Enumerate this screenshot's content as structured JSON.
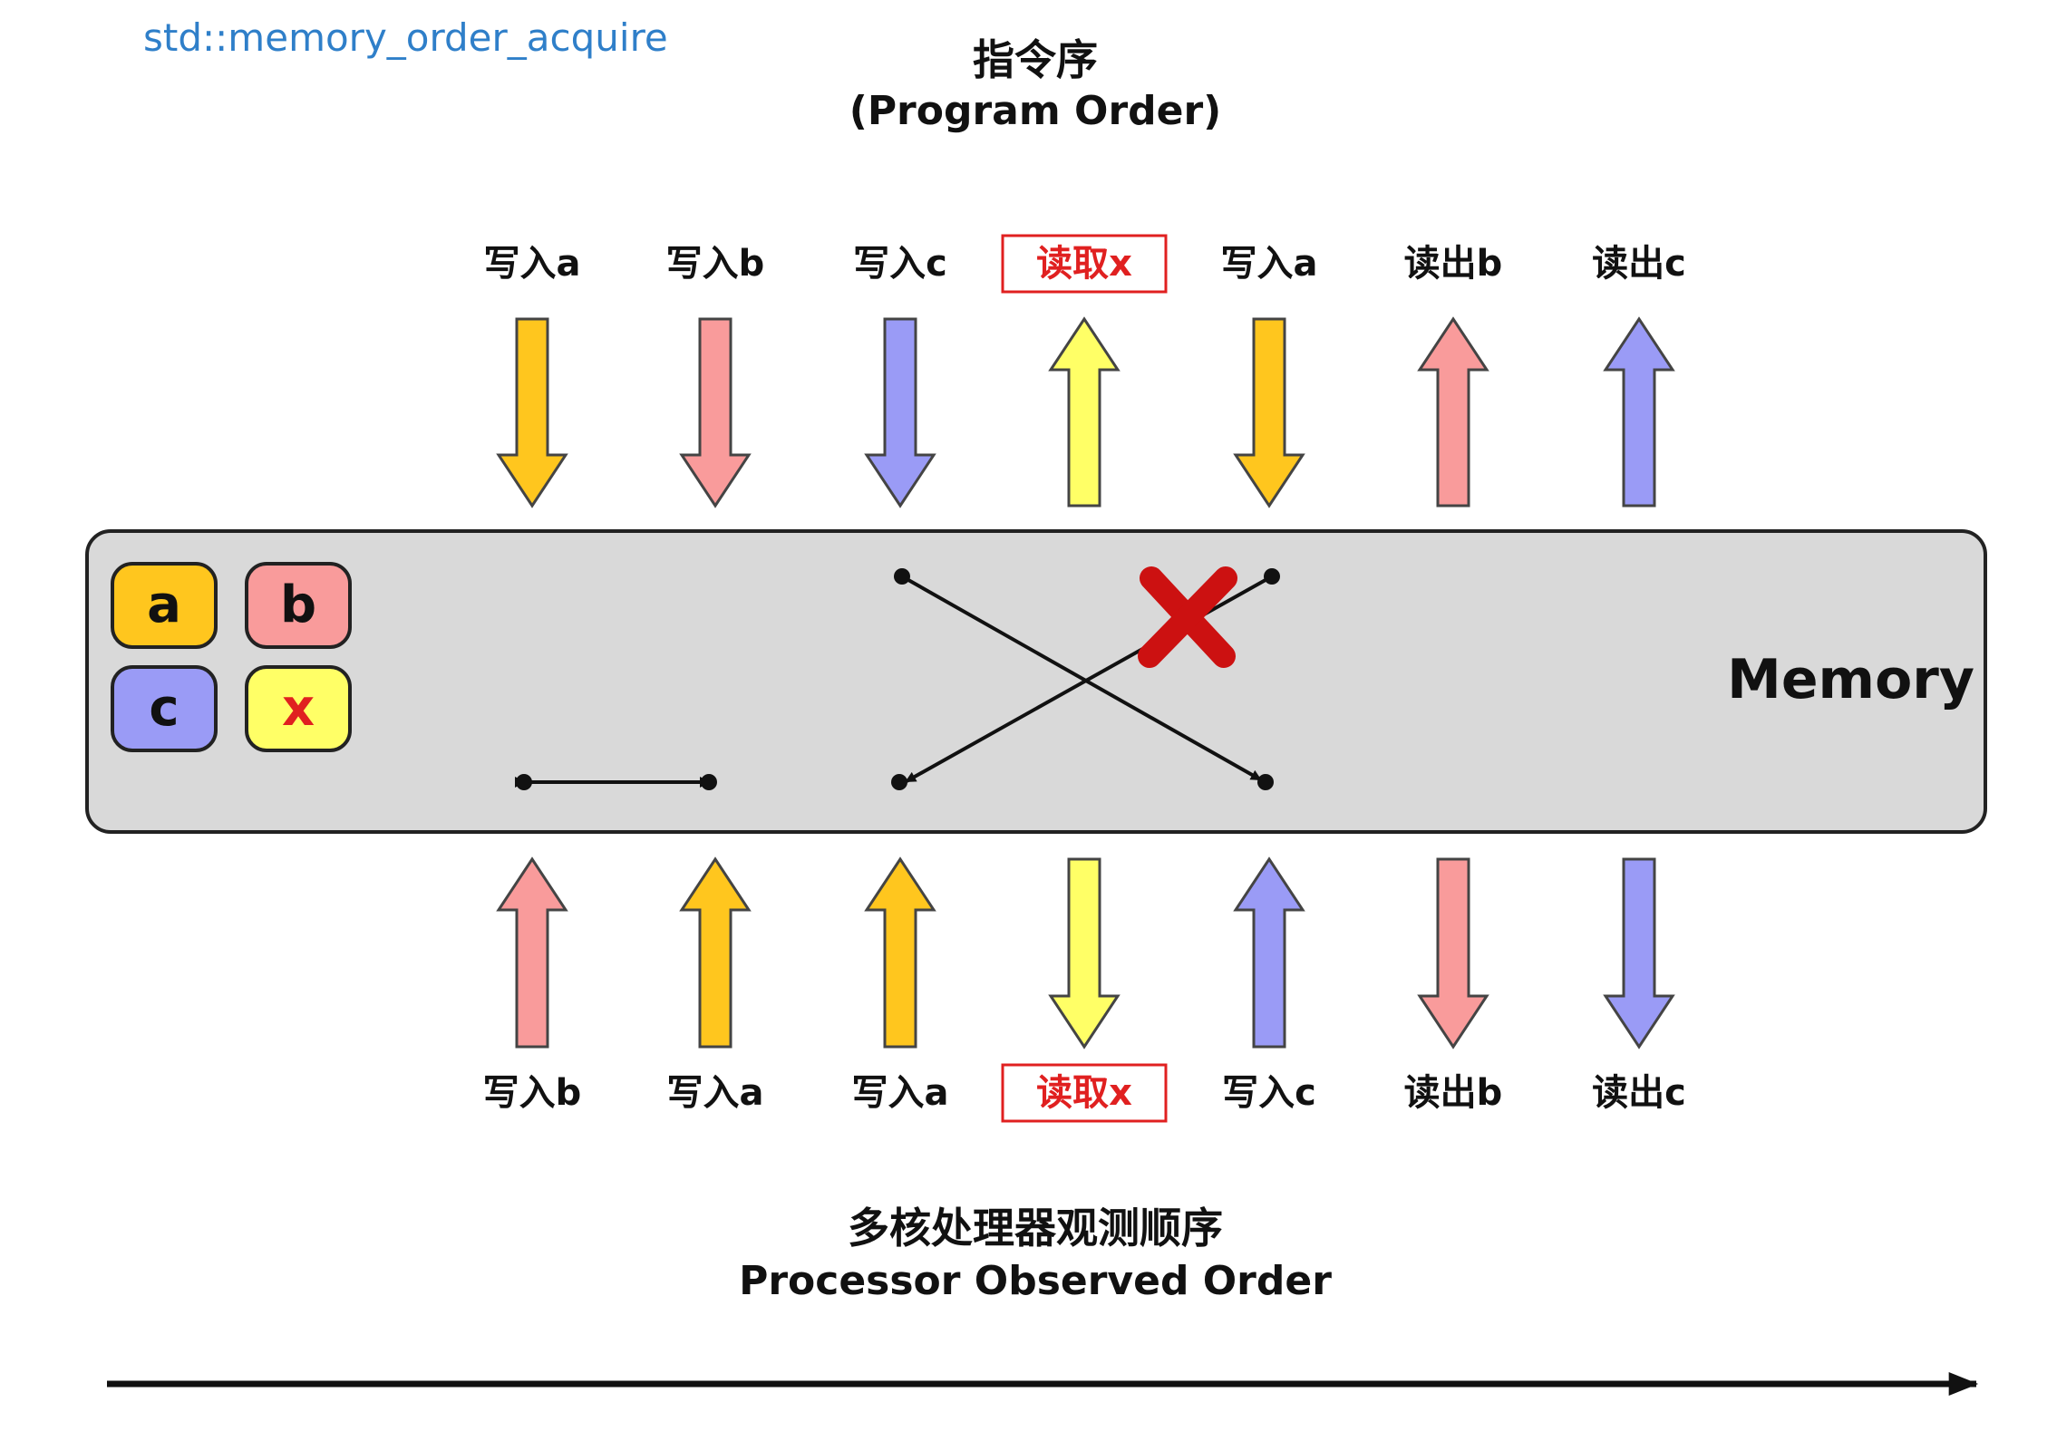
{
  "header": {
    "api_label": "std::memory_order_acquire",
    "title_cn": "指令序",
    "title_en": "(Program Order)"
  },
  "footer": {
    "title_cn": "多核处理器观测顺序",
    "title_en": "Processor Observed Order"
  },
  "memory": {
    "label": "Memory",
    "vars": [
      {
        "name": "a",
        "color": "#ffc61e"
      },
      {
        "name": "b",
        "color": "#f99b9b"
      },
      {
        "name": "c",
        "color": "#9a9bf6"
      },
      {
        "name": "x",
        "color": "#ffff66"
      }
    ]
  },
  "program_order": [
    {
      "label": "写入a",
      "dir": "down",
      "color": "#ffc61e",
      "highlight": false
    },
    {
      "label": "写入b",
      "dir": "down",
      "color": "#f99b9b",
      "highlight": false
    },
    {
      "label": "写入c",
      "dir": "down",
      "color": "#9a9bf6",
      "highlight": false
    },
    {
      "label": "读取x",
      "dir": "up",
      "color": "#ffff66",
      "highlight": true
    },
    {
      "label": "写入a",
      "dir": "down",
      "color": "#ffc61e",
      "highlight": false
    },
    {
      "label": "读出b",
      "dir": "up",
      "color": "#f99b9b",
      "highlight": false
    },
    {
      "label": "读出c",
      "dir": "up",
      "color": "#9a9bf6",
      "highlight": false
    }
  ],
  "observed_order": [
    {
      "label": "写入b",
      "dir": "up",
      "color": "#f99b9b",
      "highlight": false
    },
    {
      "label": "写入a",
      "dir": "up",
      "color": "#ffc61e",
      "highlight": false
    },
    {
      "label": "写入a",
      "dir": "up",
      "color": "#ffc61e",
      "highlight": false
    },
    {
      "label": "读取x",
      "dir": "down",
      "color": "#ffff66",
      "highlight": true
    },
    {
      "label": "写入c",
      "dir": "up",
      "color": "#9a9bf6",
      "highlight": false
    },
    {
      "label": "读出b",
      "dir": "down",
      "color": "#f99b9b",
      "highlight": false
    },
    {
      "label": "读出c",
      "dir": "down",
      "color": "#9a9bf6",
      "highlight": false
    }
  ],
  "colors": {
    "memory_fill": "#d9d9d9",
    "forbidden_mark": "#cc1111",
    "highlight_text": "#e02020"
  }
}
